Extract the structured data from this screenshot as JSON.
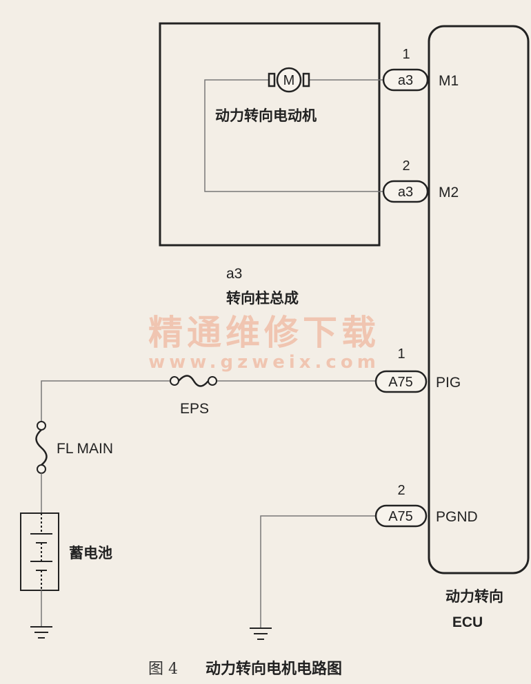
{
  "motor": {
    "symbol": "M",
    "label": "动力转向电动机"
  },
  "column_assembly": {
    "code": "a3",
    "label": "转向柱总成"
  },
  "connectors": [
    {
      "code": "a3",
      "pin": "1",
      "terminal": "M1"
    },
    {
      "code": "a3",
      "pin": "2",
      "terminal": "M2"
    },
    {
      "code": "A75",
      "pin": "1",
      "terminal": "PIG"
    },
    {
      "code": "A75",
      "pin": "2",
      "terminal": "PGND"
    }
  ],
  "fuses": {
    "eps": "EPS",
    "fl_main": "FL MAIN"
  },
  "battery": {
    "label": "蓄电池"
  },
  "ecu": {
    "line1": "动力转向",
    "line2": "ECU"
  },
  "watermark": {
    "cn": "精通维修下载",
    "url": "www.gzweix.com"
  },
  "caption": {
    "fig": "图 4",
    "title": "动力转向电机电路图"
  }
}
